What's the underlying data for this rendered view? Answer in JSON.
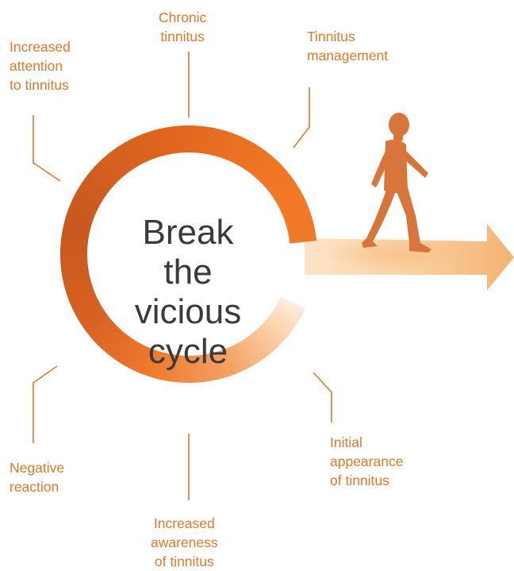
{
  "center_text": [
    "Break",
    "the vicious",
    "cycle"
  ],
  "labels": {
    "chronic": [
      "Chronic",
      "tinnitus"
    ],
    "management": [
      "Tinnitus",
      "management"
    ],
    "attention": [
      "Increased",
      "attention",
      "to tinnitus"
    ],
    "negative": [
      "Negative",
      "reaction"
    ],
    "awareness": [
      "Increased",
      "awareness",
      "of tinnitus"
    ],
    "initial": [
      "Initial",
      "appearance",
      "of tinnitus"
    ]
  },
  "colors": {
    "label": "#e0782c",
    "ring_dark": "#c8581f",
    "ring_bright": "#f07a28",
    "arrow": "#f7c28a",
    "figure": "#d8753a",
    "center_text": "#3a3a3a"
  }
}
